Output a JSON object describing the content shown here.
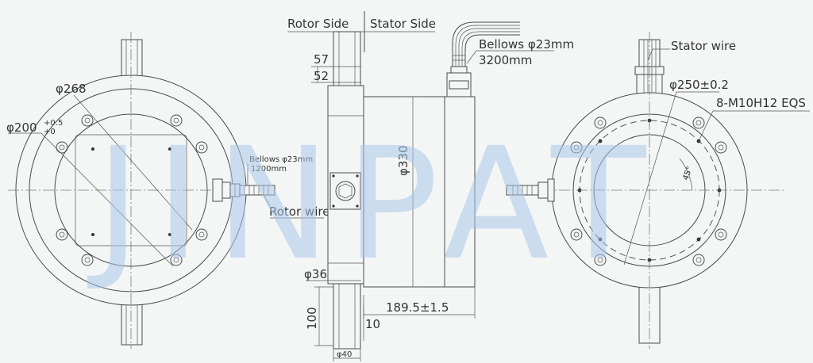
{
  "headers": {
    "rotor_side": "Rotor Side",
    "stator_side": "Stator Side"
  },
  "watermark": "JINPAT",
  "labels": {
    "phi268": "φ268",
    "phi200": "φ200",
    "phi200_tol_upper": "+0.5",
    "phi200_tol_lower": "+0",
    "rotor_bellows_line1": "Bellows φ23mm",
    "rotor_bellows_line2": "1200mm",
    "rotor_wire": "Rotor wire",
    "dim57": "57",
    "dim52": "52",
    "phi330": "φ330",
    "phi36": "φ36",
    "dim100": "100",
    "dim10": "10",
    "phi40": "φ40",
    "dim189": "189.5±1.5",
    "stator_bellows_line1": "Bellows φ23mm",
    "stator_bellows_line2": "3200mm",
    "stator_wire": "Stator wire",
    "phi250": "φ250±0.2",
    "holes": "8-M10H12 EQS",
    "angle45": "45°"
  },
  "colors": {
    "line": "#4a4a4a",
    "watermark": "#a9c7ea",
    "background": "#f4f6f6"
  }
}
